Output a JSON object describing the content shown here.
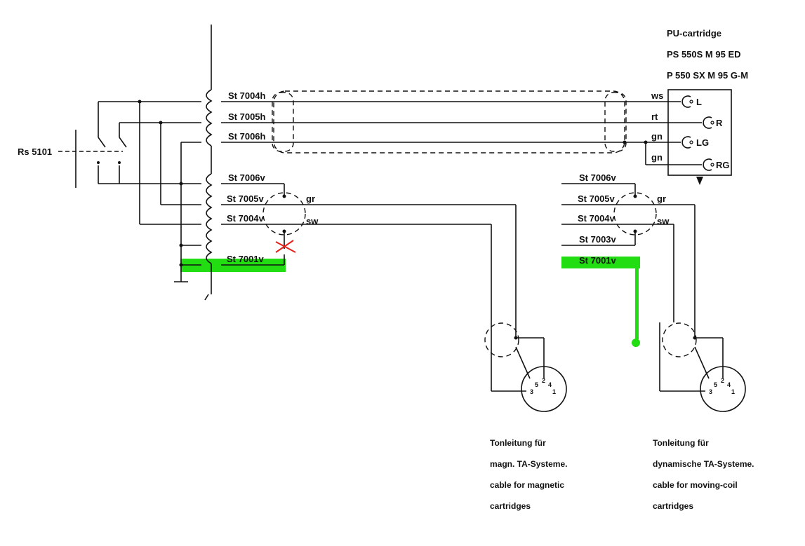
{
  "header": {
    "cartridge_title": "PU-cartridge",
    "cartridge_model_1": "PS 550S M 95 ED",
    "cartridge_model_2": "P 550 SX M 95 G-M"
  },
  "switch_label": "Rs 5101",
  "terminals_left": {
    "h": [
      "St 7004h",
      "St 7005h",
      "St 7006h"
    ],
    "v": [
      "St 7006v",
      "St 7005v",
      "St 7004v",
      "St 7001v"
    ]
  },
  "terminals_right": [
    "St 7006v",
    "St 7005v",
    "St 7004v",
    "St 7003v",
    "St 7001v"
  ],
  "wire_colors": {
    "ws": "ws",
    "rt": "rt",
    "gn1": "gn",
    "gn2": "gn",
    "gr": "gr",
    "sw": "sw"
  },
  "pickup_pins": [
    "L",
    "R",
    "LG",
    "RG"
  ],
  "din_pins": [
    "5",
    "2",
    "4",
    "3",
    "1"
  ],
  "captions": {
    "magnetic": [
      "Tonleitung für",
      "magn. TA-Systeme.",
      "cable for magnetic",
      "cartridges"
    ],
    "moving_coil": [
      "Tonleitung für",
      "dynamische TA-Systeme.",
      "cable for moving-coil",
      "cartridges"
    ]
  },
  "highlight_color": "#22dd11",
  "mark_color": "#e8201a"
}
